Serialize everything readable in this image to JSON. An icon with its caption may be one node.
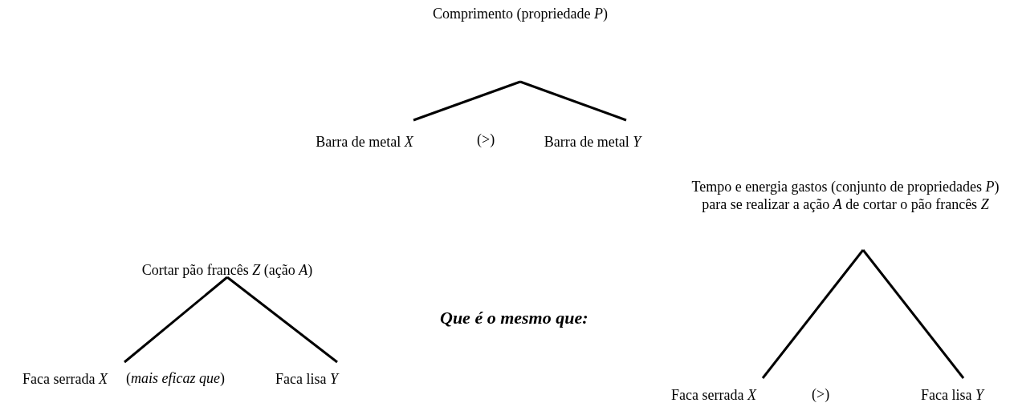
{
  "diagram": {
    "nodes": [
      {
        "text": [
          "Comprimento (propriedade *P*)"
        ]
      },
      {
        "text": [
          "Barra de metal *X*"
        ]
      },
      {
        "text": [
          "Barra de metal *Y*"
        ]
      },
      {
        "text": [
          "Cortar pão francês *Z* (ação *A*)"
        ]
      },
      {
        "text": [
          "Faca serrada *X*"
        ]
      },
      {
        "text": [
          "Faca lisa *Y*"
        ]
      },
      {
        "text": [
          "Tempo e energia gastos (conjunto de propriedades *P*) para se realizar a ação *A* de cortar o pão francês *Z*"
        ]
      },
      {
        "text": [
          "Faca serrada *X*"
        ]
      },
      {
        "text": [
          "Faca lisa *Y*"
        ]
      }
    ],
    "edges": [
      {
        "from": 0,
        "to": 1,
        "arrow": "none"
      },
      {
        "from": 0,
        "to": 2,
        "arrow": "none"
      },
      {
        "from": 3,
        "to": 4,
        "arrow": "none"
      },
      {
        "from": 3,
        "to": 5,
        "arrow": "none"
      },
      {
        "from": 6,
        "to": 7,
        "arrow": "none"
      },
      {
        "from": 6,
        "to": 8,
        "arrow": "none"
      }
    ],
    "labels": [
      "(>)",
      "(*mais eficaz que*)",
      "Que é o mesmo que:",
      "(>)"
    ]
  }
}
